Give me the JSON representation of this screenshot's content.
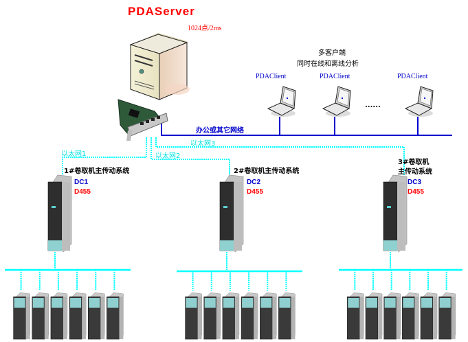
{
  "server": {
    "title": "PDAServer",
    "rate": "1024点/2ms",
    "icon": "server-tower-icon",
    "nic_icon": "network-card-icon"
  },
  "clients": {
    "group_title": "多客户端",
    "group_subtitle": "同时在线和离线分析",
    "items": [
      {
        "label": "PDAClient"
      },
      {
        "label": "PDAClient"
      },
      {
        "label": "PDAClient"
      }
    ],
    "ellipsis": "......",
    "network_label": "办公或其它网络"
  },
  "networks": {
    "eth1": "以太网1",
    "eth2": "以太网2",
    "eth3": "以太网3"
  },
  "systems": [
    {
      "name": "1#卷取机主传动系统",
      "name_line2": "",
      "controller": "DC1",
      "model": "D455",
      "drives": 6
    },
    {
      "name": "2#卷取机主传动系统",
      "name_line2": "",
      "controller": "DC2",
      "model": "D455",
      "drives": 6
    },
    {
      "name": "3#卷取机",
      "name_line2": "主传动系统",
      "controller": "DC3",
      "model": "D455",
      "drives": 6
    }
  ],
  "colors": {
    "ethernet": "#00ffff",
    "office_network": "#0000cc",
    "title_red": "#ff0000"
  }
}
